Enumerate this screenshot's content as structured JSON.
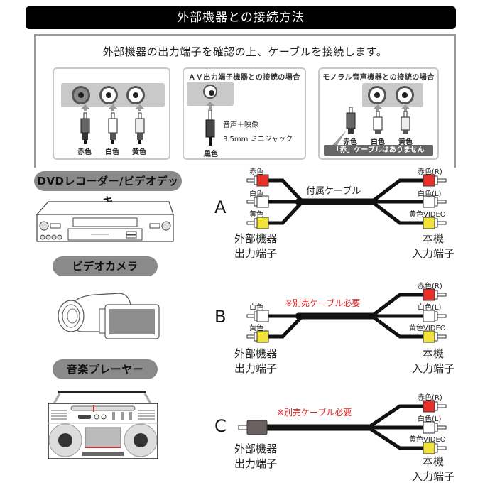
{
  "header": {
    "title": "外部機器との接続方法"
  },
  "intro": {
    "text": "外部機器の出力端子を確認の上、ケーブルを接続します。"
  },
  "panels": {
    "rca": {
      "labels": [
        "赤色",
        "白色",
        "黄色"
      ]
    },
    "av": {
      "title": "ＡＶ出力端子機器との接続の場合",
      "line1": "音声＋映像",
      "line2": "3.5mm ミニジャック",
      "plug_label": "黒色"
    },
    "mono": {
      "title": "モノラル音声機器との接続の場合",
      "labels": [
        "赤色",
        "白色",
        "黄色"
      ],
      "note": "「赤」ケーブルはありません"
    }
  },
  "devices": [
    {
      "label": "DVDレコーダー/ビデオデッキ",
      "icon": "dvd-recorder-icon"
    },
    {
      "label": "ビデオカメラ",
      "icon": "video-camera-icon"
    },
    {
      "label": "音楽プレーヤー",
      "icon": "boombox-icon"
    }
  ],
  "colors": {
    "red_plug": "#e8302a",
    "white_plug": "#ffffff",
    "yellow_plug": "#f2e33a",
    "cable": "#111111",
    "note_red": "#e02020",
    "pill_bg": "#8a8a8a"
  },
  "diagrams": {
    "A": {
      "letter": "A",
      "caption": "付属ケーブル",
      "left_plugs": [
        "赤色",
        "白色",
        "黄色"
      ],
      "right_plugs": [
        "赤色(R)",
        "白色(L)",
        "黄色VIDEO"
      ],
      "left_label": [
        "外部機器",
        "出力端子"
      ],
      "right_label": [
        "本機",
        "入力端子"
      ]
    },
    "B": {
      "letter": "B",
      "note": "※別売ケーブル必要",
      "left_plugs": [
        "白色",
        "黄色"
      ],
      "right_plugs": [
        "赤色(R)",
        "白色(L)",
        "黄色VIDEO"
      ],
      "left_label": [
        "外部機器",
        "出力端子"
      ],
      "right_label": [
        "本機",
        "入力端子"
      ]
    },
    "C": {
      "letter": "C",
      "note": "※別売ケーブル必要",
      "right_plugs": [
        "赤色(R)",
        "白色(L)",
        "黄色VIDEO"
      ],
      "left_label": [
        "外部機器",
        "出力端子"
      ],
      "right_label": [
        "本機",
        "入力端子"
      ]
    }
  }
}
